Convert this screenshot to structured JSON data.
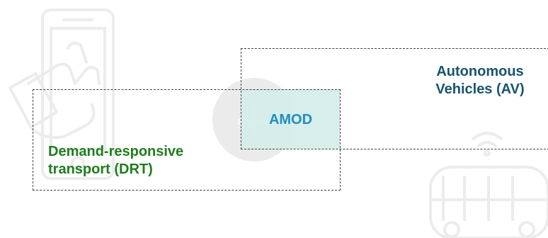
{
  "diagram": {
    "left_set": {
      "line1": "Demand-responsive",
      "line2": "transport (DRT)",
      "color": "#1e7d1e"
    },
    "right_set": {
      "line1": "Autonomous",
      "line2": "Vehicles (AV)",
      "color": "#18546e"
    },
    "intersection": {
      "label": "AMOD",
      "color": "#1f8fbf",
      "fill": "#d4ede8"
    },
    "background_icons": [
      "smartphone-tap-icon",
      "autonomous-bus-icon",
      "plus-icon"
    ]
  }
}
